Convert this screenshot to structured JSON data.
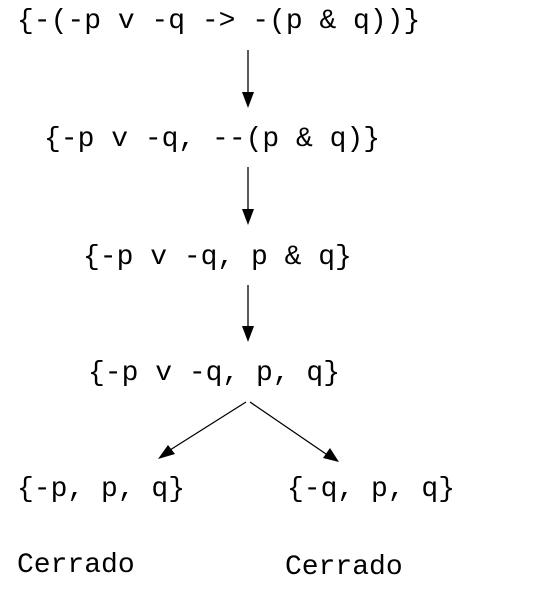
{
  "tableau": {
    "nodes": [
      {
        "label": "{-(-p v -q -> -(p & q))}"
      },
      {
        "label": "{-p v -q, --(p & q)}"
      },
      {
        "label": "{-p v -q, p & q}"
      },
      {
        "label": "{-p v -q, p, q}"
      },
      {
        "label": "{-p, p, q}"
      },
      {
        "label": "{-q, p, q}"
      }
    ],
    "branch_status": [
      {
        "label": "Cerrado"
      },
      {
        "label": "Cerrado"
      }
    ]
  },
  "colors": {
    "ink": "#000000",
    "background": "#ffffff"
  }
}
